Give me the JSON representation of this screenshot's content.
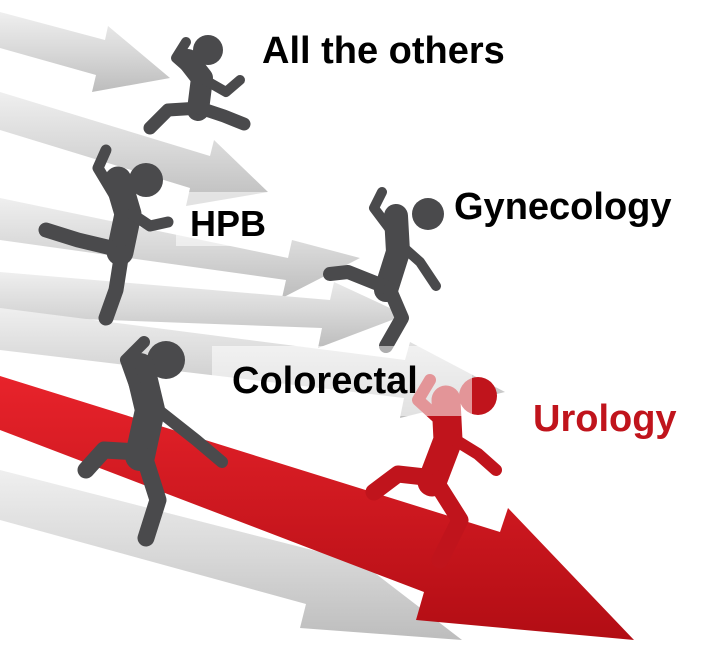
{
  "labels": {
    "others": "All the others",
    "hpb": "HPB",
    "gynecology": "Gynecology",
    "colorectal": "Colorectal",
    "urology": "Urology"
  },
  "colors": {
    "urology": "#c0141c",
    "runner_gray": "#4a4a4c",
    "arrow_gray": "#d9d9d9",
    "arrow_red": "#d2121b",
    "text": "#000000"
  },
  "icons": [
    "arrow-icon",
    "running-person-icon"
  ]
}
